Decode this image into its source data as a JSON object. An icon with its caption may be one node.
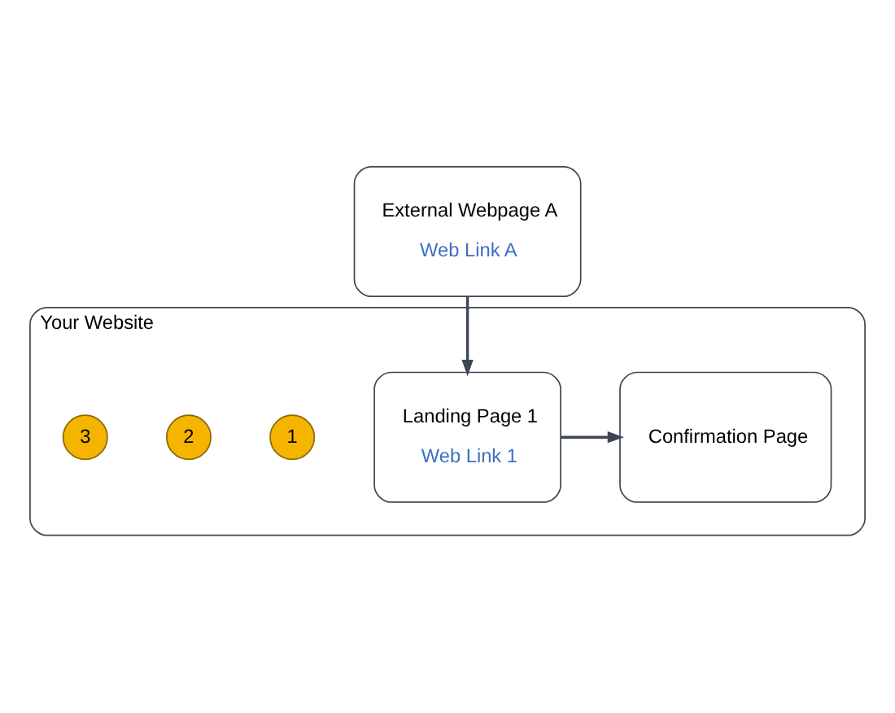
{
  "diagram": {
    "nodes": [
      {
        "text": [
          "External Webpage A",
          "Web Link A"
        ]
      },
      {
        "text": [
          "Your Website"
        ]
      },
      {
        "text": [
          "Landing Page 1",
          "Web Link 1"
        ],
        "in": 1
      },
      {
        "text": [
          "Confirmation Page"
        ],
        "in": 1
      },
      {
        "text": [
          "1"
        ],
        "in": 1
      },
      {
        "text": [
          "2"
        ],
        "in": 1
      },
      {
        "text": [
          "3"
        ],
        "in": 1
      }
    ],
    "edges": [
      {
        "from": 0,
        "to": 2,
        "arrow": "to"
      },
      {
        "from": 2,
        "to": 3,
        "arrow": "to"
      }
    ]
  }
}
